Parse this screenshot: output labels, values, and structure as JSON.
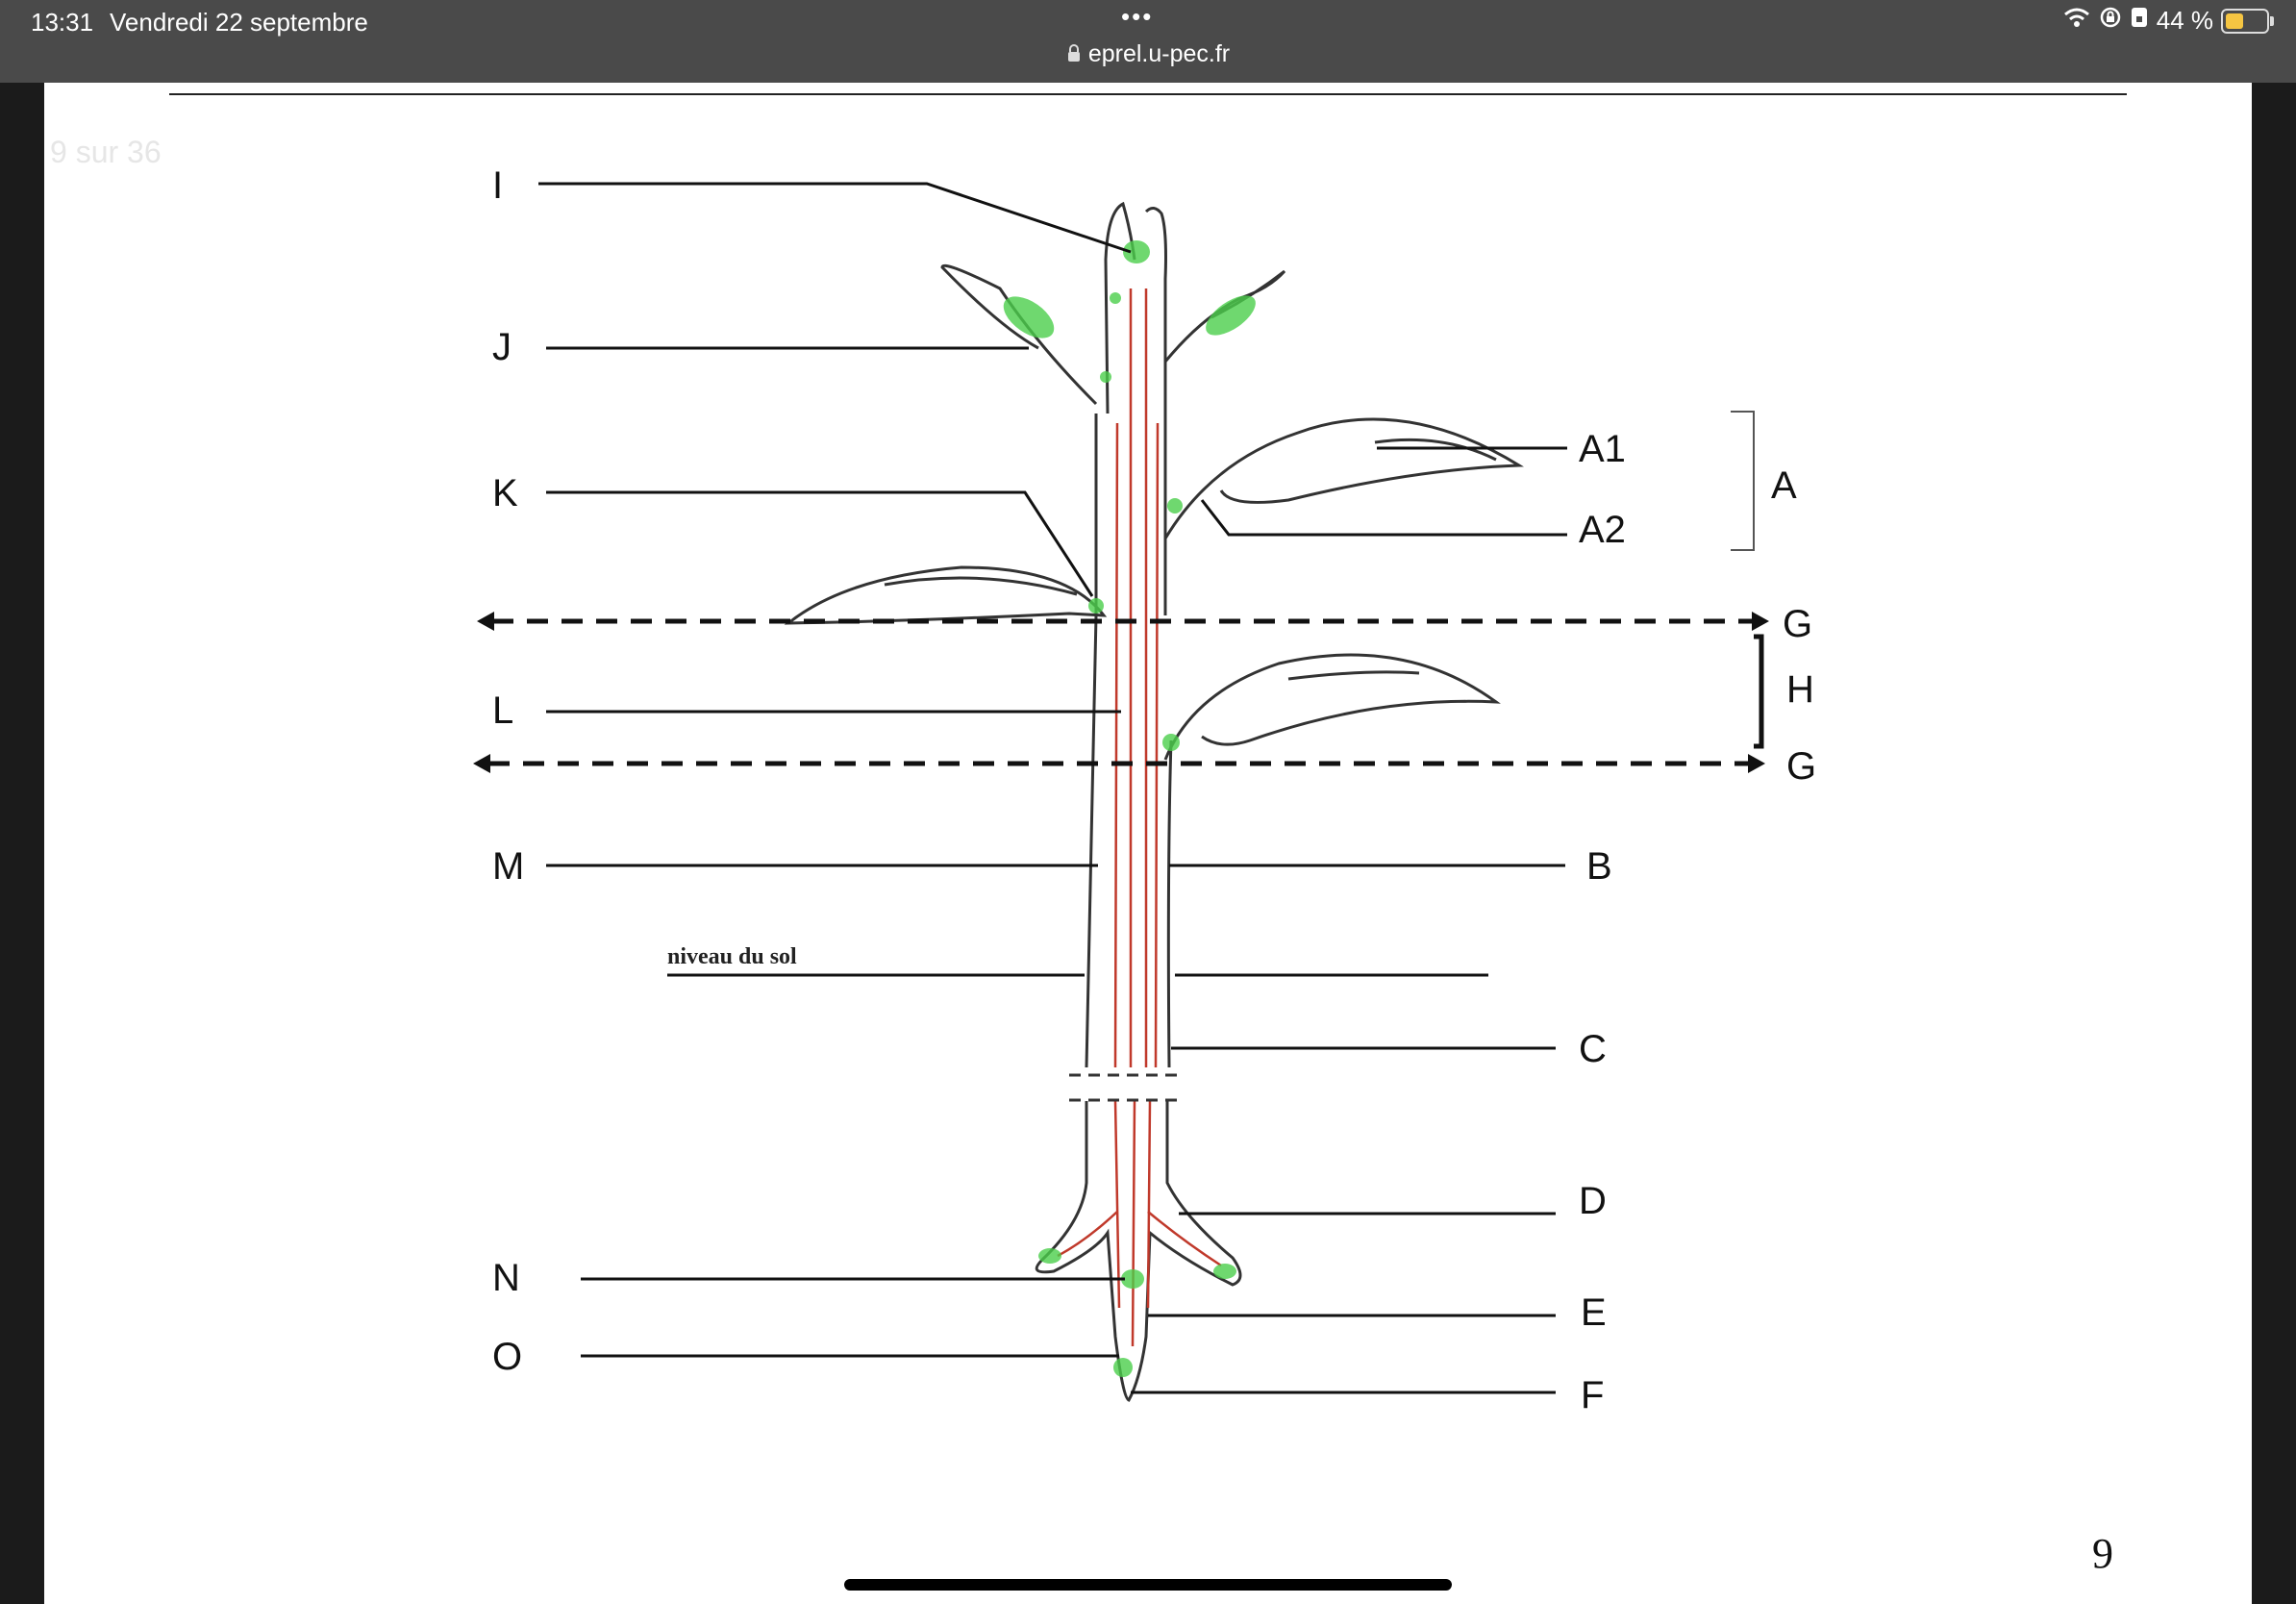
{
  "status_bar": {
    "time": "13:31",
    "date": "Vendredi 22 septembre",
    "dots": "•••",
    "url": "eprel.u-pec.fr",
    "battery": "44 %"
  },
  "document": {
    "page_counter": "9 sur 36",
    "page_number": "9"
  },
  "diagram": {
    "left_labels": [
      "I",
      "J",
      "K",
      "L",
      "M",
      "N",
      "O"
    ],
    "right_labels": [
      "A1",
      "A2",
      "A",
      "G",
      "H",
      "G",
      "B",
      "C",
      "D",
      "E",
      "F"
    ],
    "ground_label": "niveau du sol"
  },
  "colors": {
    "vascular": "#c0392b",
    "meristem": "#4ccf4c"
  }
}
